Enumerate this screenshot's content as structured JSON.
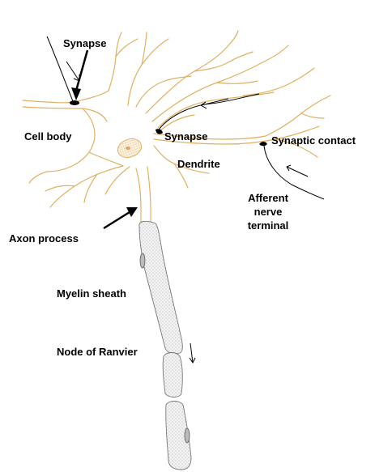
{
  "labels": {
    "synapse_top": "Synapse",
    "cell_body": "Cell body",
    "synapse_mid": "Synapse",
    "synaptic_contact": "Synaptic contact",
    "dendrite": "Dendrite",
    "afferent": "Afferent",
    "nerve": "nerve",
    "terminal": "terminal",
    "axon_process": "Axon process",
    "myelin_sheath": "Myelin sheath",
    "node_of_ranvier": "Node of Ranvier"
  },
  "colors": {
    "neuron_outline": "#e0b060",
    "sheath_stipple": "#9a9a9a",
    "ink": "#000000",
    "background": "#ffffff"
  }
}
